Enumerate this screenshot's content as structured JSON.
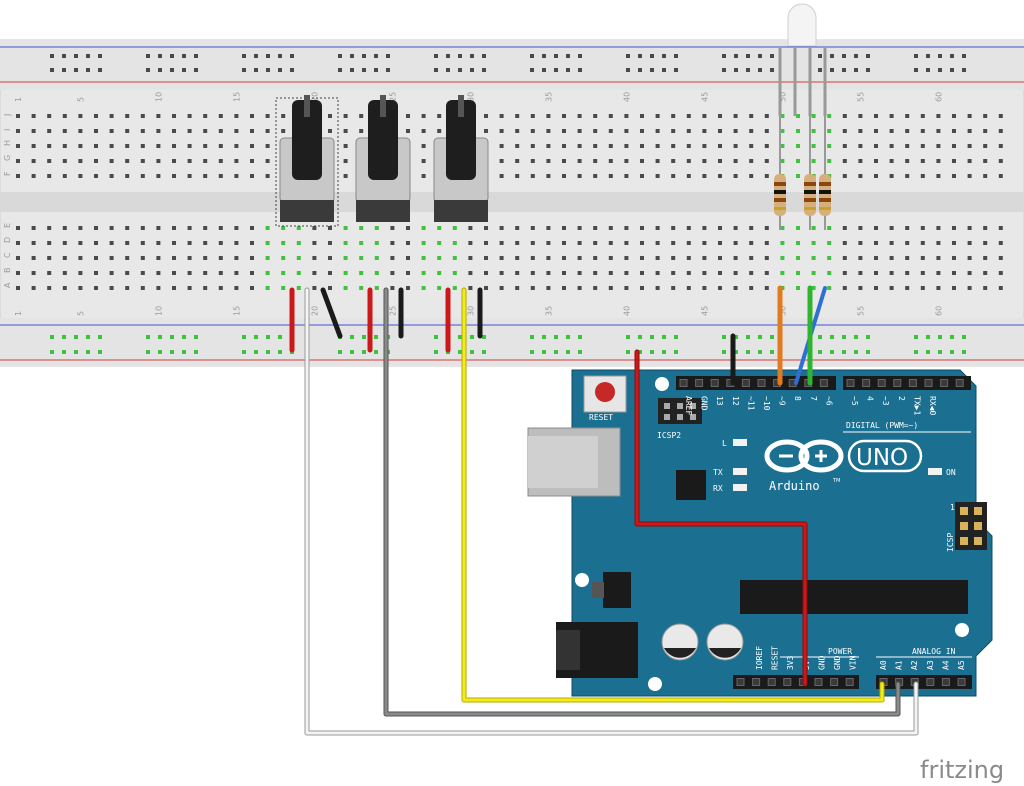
{
  "breadboard": {
    "column_numbers": [
      "1",
      "5",
      "10",
      "15",
      "20",
      "25",
      "30",
      "35",
      "40",
      "45",
      "50",
      "55",
      "60"
    ],
    "top_row_letters": [
      "J",
      "I",
      "H",
      "G",
      "F"
    ],
    "bottom_row_letters": [
      "E",
      "D",
      "C",
      "B",
      "A"
    ]
  },
  "arduino": {
    "model": "UNO",
    "brand": "Arduino",
    "tm": "TM",
    "reset_label": "RESET",
    "icsp2_label": "ICSP2",
    "icsp_label": "ICSP",
    "icsp_pin1": "1",
    "led_l": "L",
    "led_tx": "TX",
    "led_rx": "RX",
    "on_label": "ON",
    "digital_label": "DIGITAL (PWM=~)",
    "power_label": "POWER",
    "analog_label": "ANALOG IN",
    "digital_pins": [
      "AREF",
      "GND",
      "13",
      "12",
      "~11",
      "~10",
      "~9",
      "8",
      "7",
      "~6",
      "~5",
      "4",
      "~3",
      "2",
      "TX▶1",
      "RX◀0"
    ],
    "power_pins": [
      "IOREF",
      "RESET",
      "3V3",
      "5V",
      "GND",
      "GND",
      "VIN"
    ],
    "analog_pins": [
      "A0",
      "A1",
      "A2",
      "A3",
      "A4",
      "A5"
    ]
  },
  "watermark": "fritzing",
  "colors": {
    "board": "#1b6f91",
    "breadboard": "#e8e8e8",
    "wire_red": "#cc1818",
    "wire_black": "#1a1a1a",
    "wire_white": "#f4f4f4",
    "wire_gray": "#808080",
    "wire_yellow": "#f2ec1a",
    "wire_orange": "#e27a1e",
    "wire_blue": "#2d6fd4",
    "wire_green": "#2fb42f"
  }
}
